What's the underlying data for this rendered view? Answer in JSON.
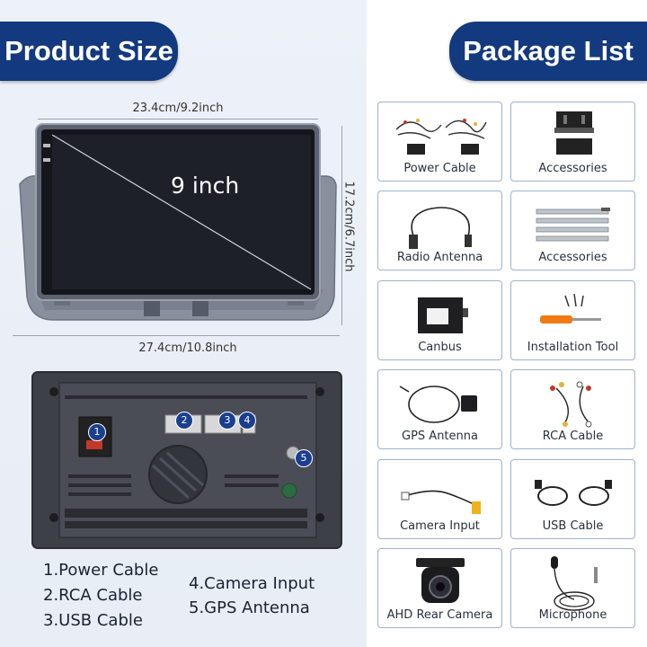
{
  "left": {
    "title": "Product Size",
    "dim_top": "23.4cm/9.2inch",
    "dim_side": "17.2cm/6.7inch",
    "dim_bottom": "27.4cm/10.8inch",
    "screen_label": "9 inch",
    "port_markers": [
      "1",
      "2",
      "3",
      "4",
      "5"
    ],
    "legend": [
      "1.Power Cable",
      "2.RCA Cable",
      "3.USB Cable",
      "4.Camera Input",
      "5.GPS Antenna"
    ]
  },
  "right": {
    "title": "Package List",
    "items": [
      {
        "label": "Power Cable",
        "icon": "power-cable-icon"
      },
      {
        "label": "Accessories",
        "icon": "frame-brackets-icon"
      },
      {
        "label": "Radio Antenna",
        "icon": "radio-antenna-icon"
      },
      {
        "label": "Accessories",
        "icon": "rails-icon"
      },
      {
        "label": "Canbus",
        "icon": "canbus-box-icon"
      },
      {
        "label": "Installation Tool",
        "icon": "screwdriver-icon"
      },
      {
        "label": "GPS Antenna",
        "icon": "gps-antenna-icon"
      },
      {
        "label": "RCA Cable",
        "icon": "rca-cable-icon"
      },
      {
        "label": "Camera Input",
        "icon": "camera-input-cable-icon"
      },
      {
        "label": "USB Cable",
        "icon": "usb-cable-icon"
      },
      {
        "label": "AHD Rear Camera",
        "icon": "rear-camera-icon"
      },
      {
        "label": "Microphone",
        "icon": "microphone-icon"
      }
    ]
  },
  "colors": {
    "title_bg": "#13397f",
    "panel_bg": "#edf1f8",
    "cell_border": "#9fb2cf",
    "marker_bg": "#1b3f8f"
  }
}
